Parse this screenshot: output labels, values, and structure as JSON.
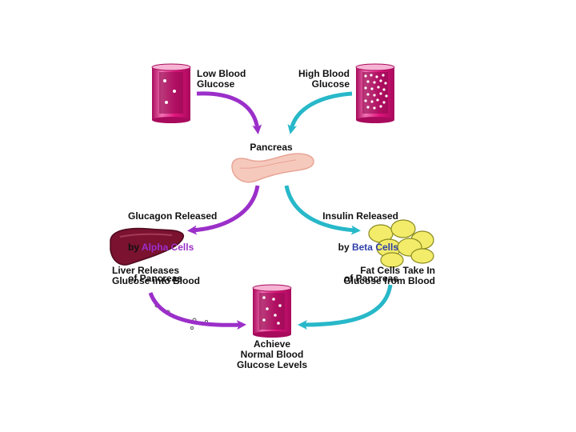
{
  "labels": {
    "low_blood_glucose": "Low Blood\nGlucose",
    "high_blood_glucose": "High Blood\nGlucose",
    "pancreas": "Pancreas",
    "glucagon_line1": "Glucagon Released",
    "glucagon_by": "by ",
    "glucagon_alpha": "Alpha Cells",
    "glucagon_line3": "of Pancreas",
    "insulin_line1": "Insulin Released",
    "insulin_by": "by ",
    "insulin_beta": "Beta Cells",
    "insulin_line3": "of Pancreas",
    "liver_releases": "Liver Releases\nGlucose into Blood",
    "fat_cells": "Fat Cells Take In\nGlucose from Blood",
    "normal_levels": "Achieve\nNormal Blood\nGlucose Levels"
  },
  "colors": {
    "tube": "#e0157e",
    "tube_light": "#f272b3",
    "tube_dark": "#a80a5c",
    "purple_arrow": "#9b2fc9",
    "cyan_arrow": "#27b8c9",
    "pancreas": "#f6c9bd",
    "liver": "#7a1230",
    "fat_cell": "#f2ec6a",
    "highlight_text": "#9b2fc9",
    "highlight_text_blue": "#2f3fa8"
  },
  "icons": {
    "tube_low": "blood-vessel-low-glucose-icon",
    "tube_high": "blood-vessel-high-glucose-icon",
    "tube_normal": "blood-vessel-normal-glucose-icon",
    "pancreas": "pancreas-icon",
    "liver": "liver-icon",
    "fat_cells": "fat-cells-icon"
  }
}
